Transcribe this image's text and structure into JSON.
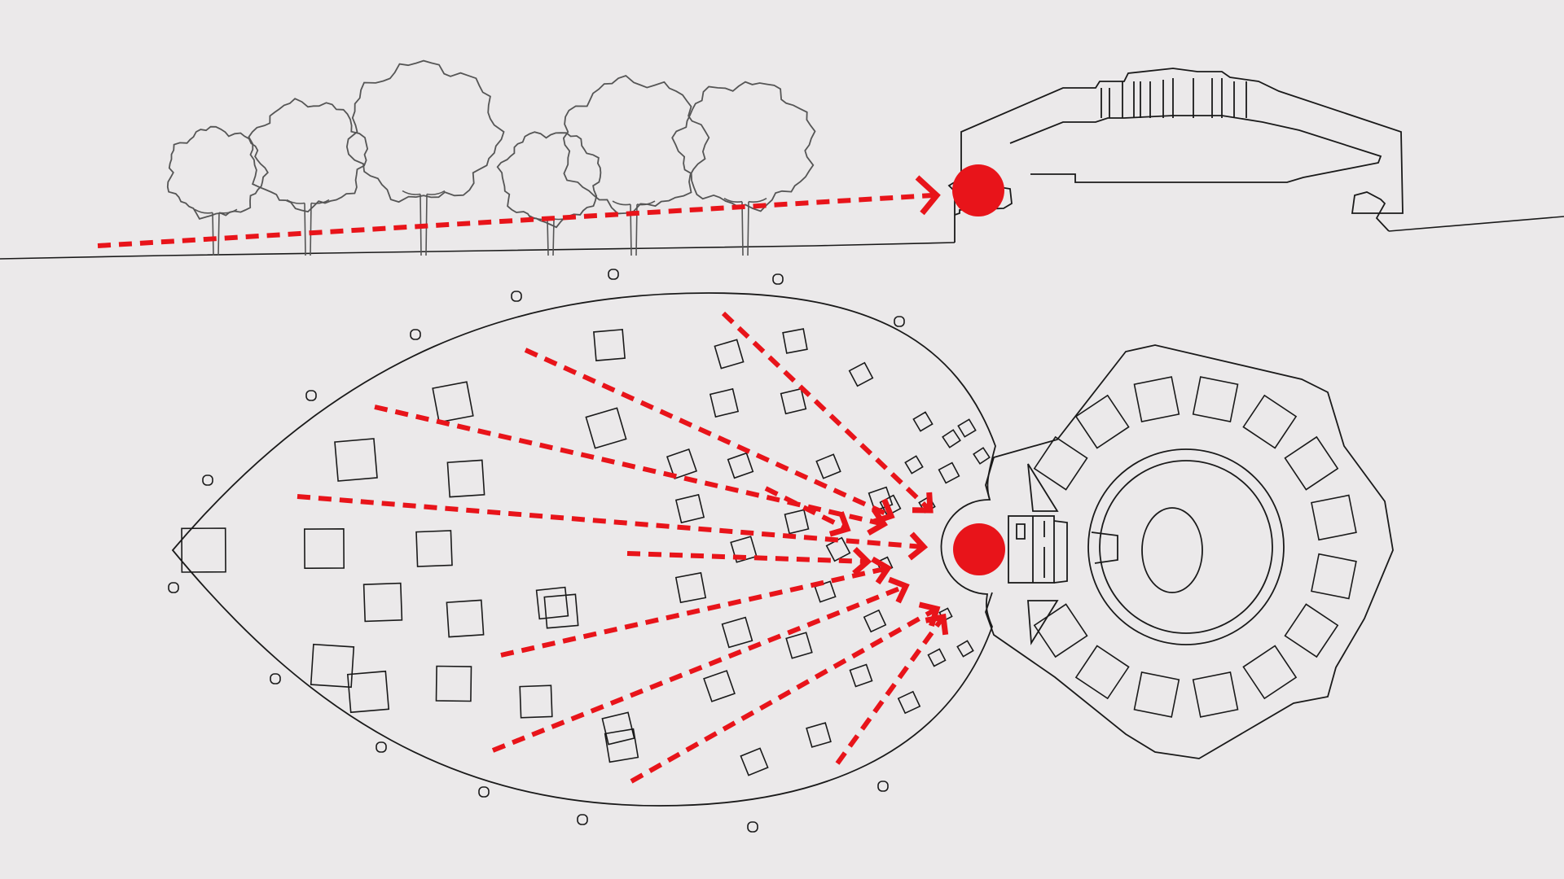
{
  "diagram": {
    "colors": {
      "background": "#ebe9ea",
      "line": "#1a1a1a",
      "tree": "#555555",
      "accent": "#e8141a"
    },
    "section": {
      "tree_count": 6,
      "focal_marker": "red-dot",
      "sightline_style": "dashed-arrow"
    },
    "plan": {
      "sightline_count": 10,
      "focal_marker": "red-dot",
      "building_room_count": 16
    }
  }
}
